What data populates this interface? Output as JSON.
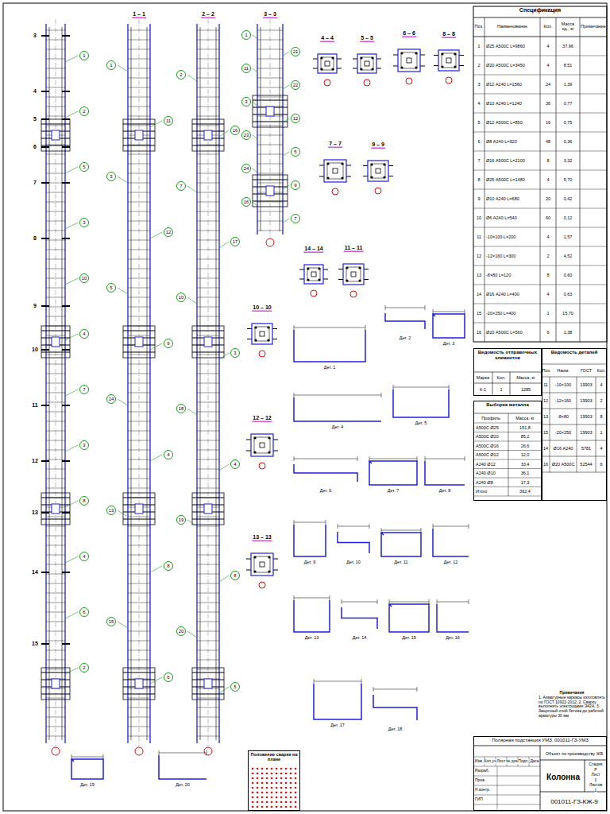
{
  "diagram": {
    "nodes": [
      {
        "text": [
          "Спецификация"
        ]
      },
      {
        "text": [
          "Ведомость отправочных элементов"
        ]
      },
      {
        "text": [
          "Ведомость деталей"
        ]
      },
      {
        "text": [
          "Выборка металла"
        ]
      },
      {
        "text": [
          "Примечания",
          "1. Арматурные каркасы изготовлять по ГОСТ 10922-2012. 2. Сварку выполнять электродами Э42А. 3. Защитный слой бетона до рабочей арматуры 30 мм."
        ]
      },
      {
        "text": [
          "Полярная подстанция УМЗ. 001011-ГЗ-УМЗ"
        ]
      },
      {
        "text": [
          "Объект по производству ЖБ"
        ],
        "in": 5
      },
      {
        "text": [
          "Колонна"
        ],
        "in": 5
      },
      {
        "text": [
          "001011-ГЗ-КЖ-9"
        ],
        "in": 5
      },
      {
        "text": [
          "Положение сварки на плане"
        ]
      }
    ],
    "labels": [
      "1 – 1",
      "2 – 2",
      "3 – 3",
      "4 – 4",
      "5 – 5",
      "6 – 6",
      "8 – 8",
      "7 – 7",
      "9 – 9",
      "14 – 14",
      "11 – 11",
      "10 – 10",
      "12 – 12",
      "13 – 13",
      "3",
      "4",
      "5",
      "6",
      "7",
      "8",
      "9",
      "10",
      "11",
      "12",
      "13",
      "14",
      "15",
      "1",
      "2",
      "5",
      "3",
      "10",
      "4",
      "7",
      "3",
      "8",
      "4",
      "6",
      "2",
      "1",
      "11",
      "3",
      "12",
      "5",
      "9",
      "14",
      "4",
      "13",
      "8",
      "15",
      "6",
      "2",
      "16",
      "7",
      "17",
      "10",
      "3",
      "18",
      "4",
      "19",
      "8",
      "20",
      "5",
      "1",
      "21",
      "11",
      "22",
      "3",
      "12",
      "23",
      "5",
      "24",
      "9",
      "16",
      "7",
      "Дет. 1",
      "Дет. 2",
      "Дет. 3",
      "Дет. 4",
      "Дет. 5",
      "Дет. 6",
      "Дет. 7",
      "Дет. 8",
      "Дет. 9",
      "Дет. 10",
      "Дет. 11",
      "Дет. 12",
      "Дет. 13",
      "Дет. 14",
      "Дет. 15",
      "Дет. 16",
      "Дет. 17",
      "Дет. 18",
      "Дет. 19",
      "Дет. 20",
      "Поз.",
      "Наименование",
      "Кол.",
      "Масса ед., кг",
      "Примечание",
      "1",
      "Ø25 А500С L=9860",
      "4",
      "37,96",
      "2",
      "Ø20 А500С L=3450",
      "4",
      "8,51",
      "3",
      "Ø12 А240 L=1560",
      "24",
      "1,39",
      "4",
      "Ø10 А240 L=1240",
      "36",
      "0,77",
      "5",
      "Ø12 А500С L=850",
      "16",
      "0,75",
      "6",
      "Ø8 А240 L=920",
      "48",
      "0,36",
      "7",
      "Ø16 А500С L=2100",
      "8",
      "3,32",
      "8",
      "Ø25 А500С L=1480",
      "4",
      "5,70",
      "9",
      "Ø10 А240 L=680",
      "20",
      "0,42",
      "10",
      "Ø6 А240 L=540",
      "60",
      "0,12",
      "11",
      "-10×100 L=200",
      "4",
      "1,57",
      "12",
      "-12×160 L=300",
      "2",
      "4,52",
      "13",
      "-8×80 L=120",
      "8",
      "0,60",
      "14",
      "Ø16 А240 L=400",
      "4",
      "0,63",
      "15",
      "-20×250 L=400",
      "1",
      "15,70",
      "16",
      "Ø20 А500С L=560",
      "6",
      "1,38",
      "Марка",
      "Кол.",
      "Масса, кг",
      "К-1",
      "1",
      "1285",
      "Поз.",
      "Наим.",
      "ГОСТ",
      "Кол.",
      "11",
      "-10×100",
      "19903",
      "4",
      "12",
      "-12×160",
      "19903",
      "2",
      "13",
      "-8×80",
      "19903",
      "8",
      "15",
      "-20×250",
      "19903",
      "1",
      "14",
      "Ø16 А240",
      "5781",
      "4",
      "16",
      "Ø20 А500С",
      "52544",
      "6",
      "Профиль",
      "Масса, кг",
      "А500С Ø25",
      "151,8",
      "А500С Ø20",
      "85,2",
      "А500С Ø16",
      "26,6",
      "А500С Ø12",
      "12,0",
      "А240 Ø12",
      "33,4",
      "А240 Ø10",
      "36,1",
      "А240 Ø8",
      "17,3",
      "Итого",
      "362,4",
      "Изм.",
      "Кол.уч",
      "Лист",
      "№ док.",
      "Подп.",
      "Дата",
      "Разраб.",
      "Пров.",
      "Н.контр.",
      "ГИП",
      "Стадия",
      "Р",
      "Лист",
      "1",
      "Листов",
      "1"
    ]
  }
}
